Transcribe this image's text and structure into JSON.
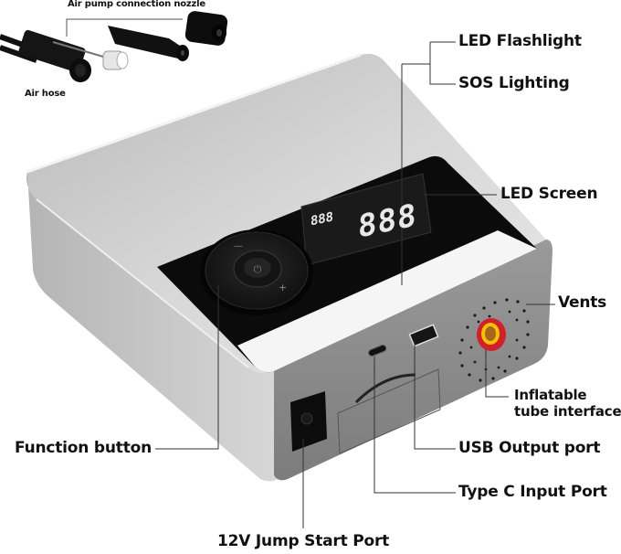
{
  "accessories": {
    "nozzle_label": "Air pump connection nozzle",
    "hose_label": "Air hose"
  },
  "callouts": {
    "led_flashlight": "LED Flashlight",
    "sos_lighting": "SOS Lighting",
    "led_screen": "LED Screen",
    "vents": "Vents",
    "inflatable_line1": "Inflatable",
    "inflatable_line2": "tube interface",
    "usb_output": "USB Output port",
    "type_c_input": "Type C Input Port",
    "jump_start": "12V Jump Start Port",
    "function_button": "Function button"
  },
  "lcd": {
    "main_digits": "888",
    "small_digits": "888"
  },
  "colors": {
    "body_top": "#c9c9c9",
    "body_side": "#8e8e8e",
    "panel": "#0b0b0b",
    "nozzle_ring": "#d2202a",
    "nozzle_inner": "#f2c200"
  }
}
